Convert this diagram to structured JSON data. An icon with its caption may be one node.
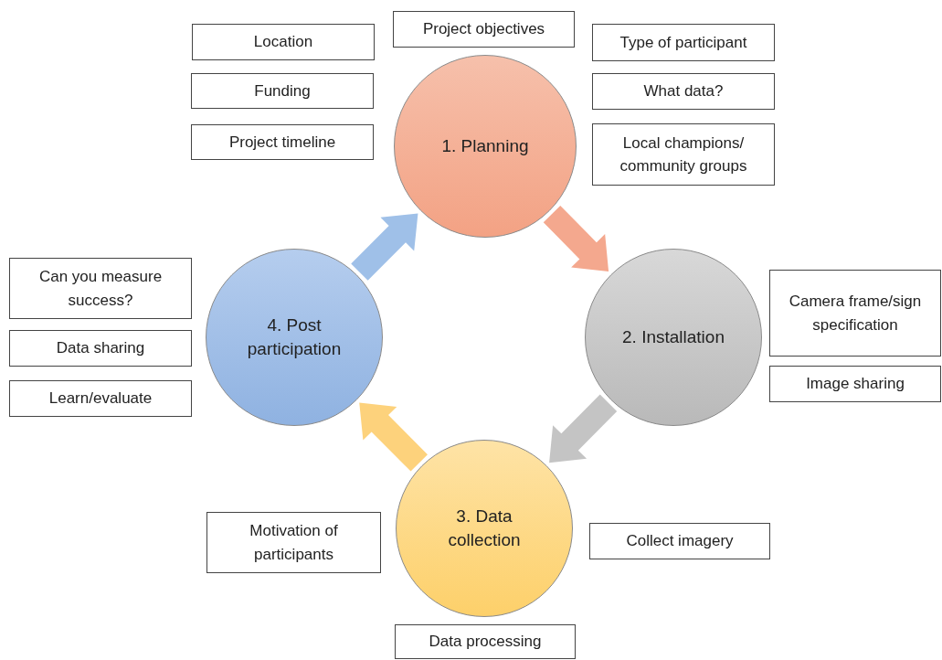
{
  "diagram": {
    "nodes": [
      {
        "text": [
          "1. Planning"
        ]
      },
      {
        "text": [
          "2. Installation"
        ]
      },
      {
        "text": [
          "3. Data collection"
        ]
      },
      {
        "text": [
          "4. Post participation"
        ]
      },
      {
        "text": [
          "Location"
        ]
      },
      {
        "text": [
          "Project objectives"
        ]
      },
      {
        "text": [
          "Type of participant"
        ]
      },
      {
        "text": [
          "Funding"
        ]
      },
      {
        "text": [
          "What data?"
        ]
      },
      {
        "text": [
          "Project timeline"
        ]
      },
      {
        "text": [
          "Local champions/ community groups"
        ]
      },
      {
        "text": [
          "Camera frame/sign specification"
        ]
      },
      {
        "text": [
          "Image sharing"
        ]
      },
      {
        "text": [
          "Can you measure success?"
        ]
      },
      {
        "text": [
          "Data sharing"
        ]
      },
      {
        "text": [
          "Learn/evaluate"
        ]
      },
      {
        "text": [
          "Motivation of participants"
        ]
      },
      {
        "text": [
          "Collect imagery"
        ]
      },
      {
        "text": [
          "Data processing"
        ]
      }
    ],
    "edges": [
      {
        "from": 0,
        "to": 1,
        "arrow": "to",
        "style": "thick",
        "color": "#f4a88e"
      },
      {
        "from": 1,
        "to": 2,
        "arrow": "to",
        "style": "thick",
        "color": "#c4c4c4"
      },
      {
        "from": 2,
        "to": 3,
        "arrow": "to",
        "style": "thick",
        "color": "#fdd27c"
      },
      {
        "from": 3,
        "to": 0,
        "arrow": "to",
        "style": "thick",
        "color": "#9fc0e8"
      }
    ]
  }
}
